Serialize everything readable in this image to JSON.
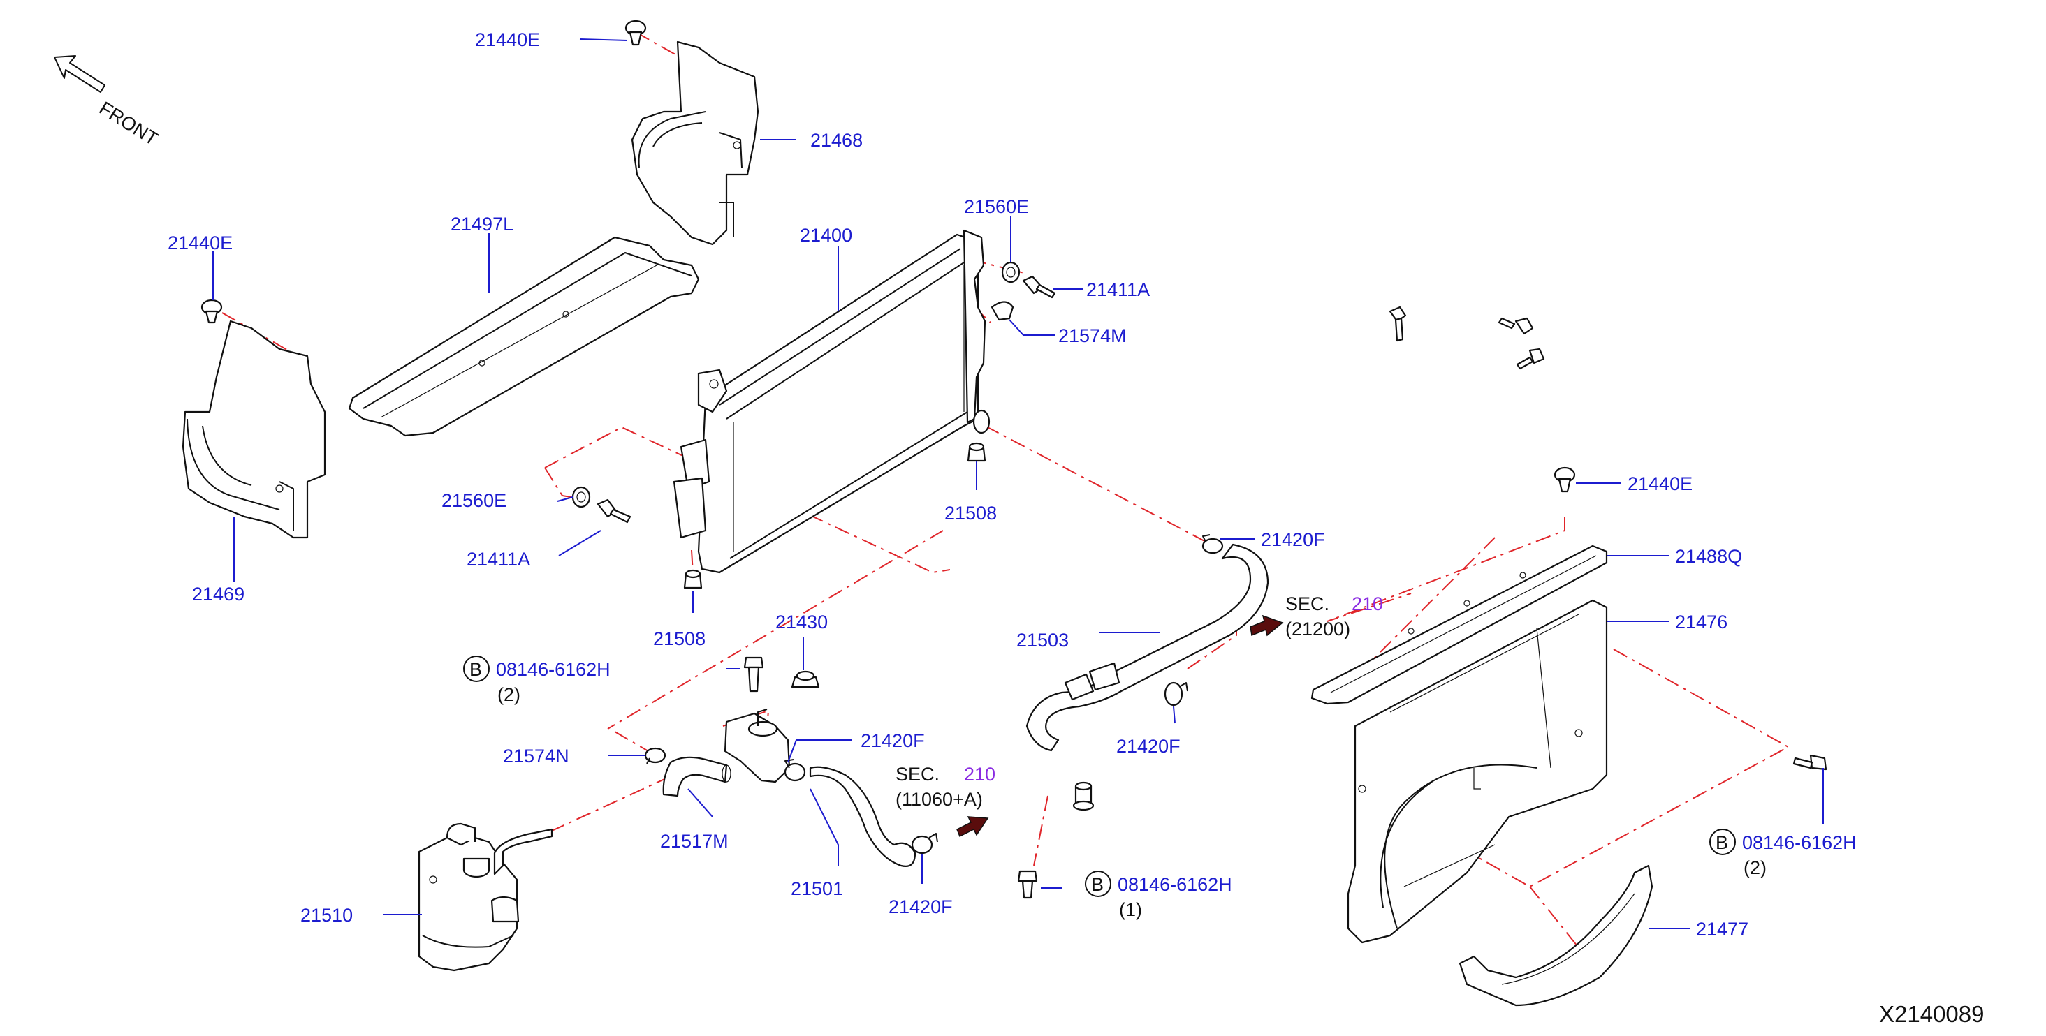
{
  "orientation": {
    "label": "FRONT"
  },
  "diagram_id": "X2140089",
  "labels": {
    "l21440E_top": "21440E",
    "l21468": "21468",
    "l21440E_left": "21440E",
    "l21497L": "21497L",
    "l21400": "21400",
    "l21560E_top": "21560E",
    "l21411A_top": "21411A",
    "l21574M": "21574M",
    "l21560E_left": "21560E",
    "l21411A_left": "21411A",
    "l21469": "21469",
    "l21508_mid": "21508",
    "l21508_low": "21508",
    "l21430": "21430",
    "l21420F_top": "21420F",
    "l21503": "21503",
    "l21420F_mid": "21420F",
    "l21420F_left": "21420F",
    "l21420F_low": "21420F",
    "l21574N": "21574N",
    "l21517M": "21517M",
    "l21501": "21501",
    "l21510": "21510",
    "l21440E_right": "21440E",
    "l21488Q": "21488Q",
    "l21476": "21476",
    "l21477": "21477"
  },
  "bolts": {
    "b1": {
      "badge": "B",
      "part": "08146-6162H",
      "qty": "(2)"
    },
    "b2": {
      "badge": "B",
      "part": "08146-6162H",
      "qty": "(1)"
    },
    "b3": {
      "badge": "B",
      "part": "08146-6162H",
      "qty": "(2)"
    }
  },
  "section_refs": {
    "s1": {
      "prefix": "SEC.",
      "num": "210",
      "code": "(21200)"
    },
    "s2": {
      "prefix": "SEC.",
      "num": "210",
      "code": "(11060+A)"
    }
  }
}
